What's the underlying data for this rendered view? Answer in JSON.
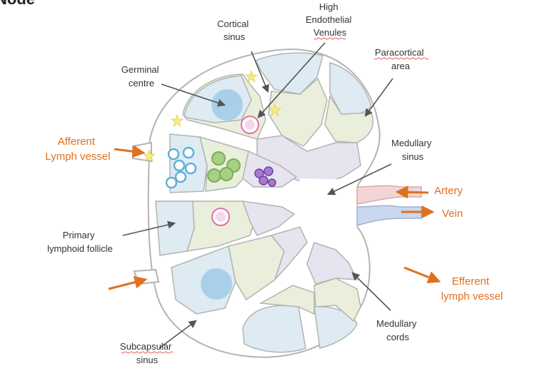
{
  "title_fragment": "Node",
  "colors": {
    "outline": "#b3b3b3",
    "follicle_fill": "#deebf3",
    "cortex_fill": "#e9efdb",
    "medulla_fill": "#e7e3ef",
    "germinal_fill": "#a9d0e8",
    "hev": "#e06fa9",
    "orange": "#e0701f",
    "arrow_gray": "#555555",
    "artery_fill": "#f2d6d6",
    "vein_fill": "#c9d7ef",
    "star": "#f6ec84",
    "b_cell": "#5fb0d6",
    "t_cell": "#8dc06b",
    "plasma": "#8f5cb8"
  },
  "labels": {
    "cortical_sinus": [
      "Cortical",
      "sinus"
    ],
    "hev": [
      "High",
      "Endothelial",
      "Venules"
    ],
    "paracortical": [
      "Paracortical",
      "area"
    ],
    "germinal": [
      "Germinal",
      "centre"
    ],
    "afferent": [
      "Afferent",
      "Lymph vessel"
    ],
    "medullary_sinus": [
      "Medullary",
      "sinus"
    ],
    "artery": "Artery",
    "vein": "Vein",
    "primary_follicle": [
      "Primary",
      "lymphoid follicle"
    ],
    "efferent": [
      "Efferent",
      "lymph vessel"
    ],
    "medullary_cords": [
      "Medullary",
      "cords"
    ],
    "subcapsular": [
      "Subcapsular",
      "sinus"
    ]
  }
}
